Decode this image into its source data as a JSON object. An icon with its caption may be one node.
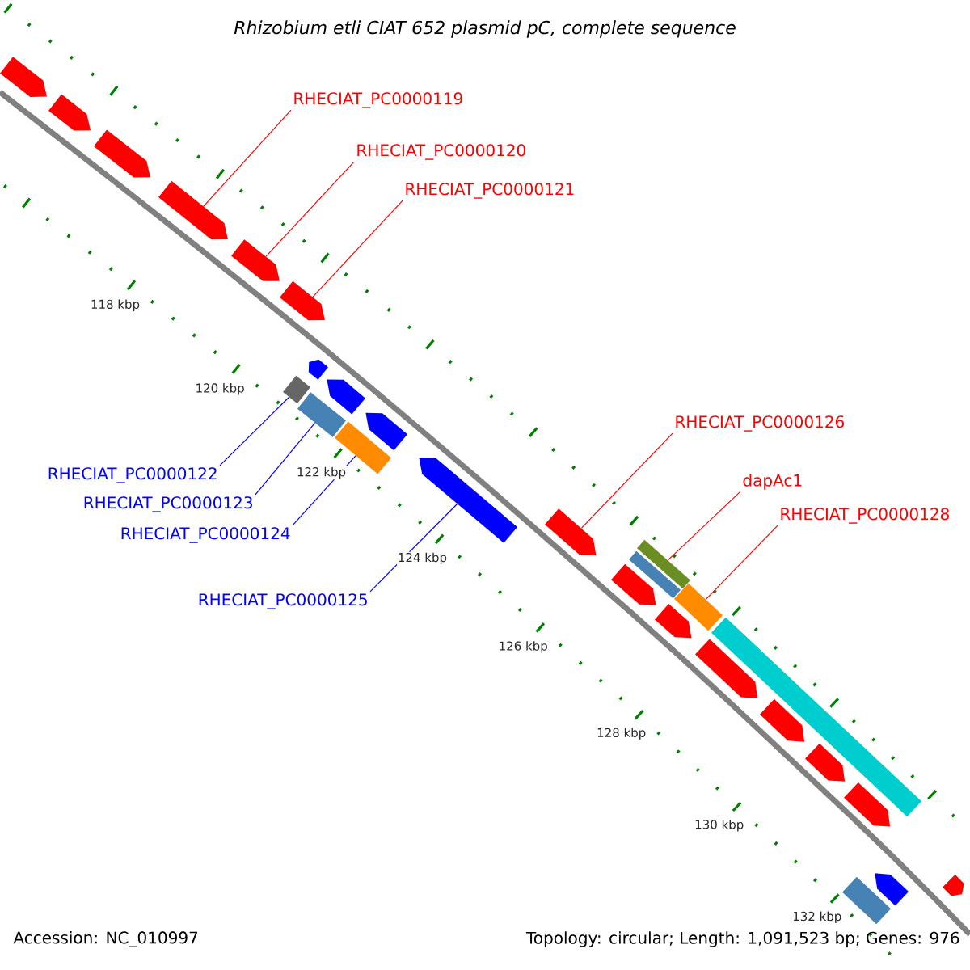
{
  "diagram": {
    "title": "Rhizobium etli CIAT 652 plasmid pC, complete sequence",
    "nodes": [
      {
        "text": [
          "RHECIAT_PC0000119"
        ]
      },
      {
        "text": [
          "RHECIAT_PC0000120"
        ]
      },
      {
        "text": [
          "RHECIAT_PC0000121"
        ]
      },
      {
        "text": [
          "RHECIAT_PC0000122"
        ]
      },
      {
        "text": [
          "RHECIAT_PC0000123"
        ]
      },
      {
        "text": [
          "RHECIAT_PC0000124"
        ]
      },
      {
        "text": [
          "RHECIAT_PC0000125"
        ]
      },
      {
        "text": [
          "RHECIAT_PC0000126"
        ]
      },
      {
        "text": [
          "dapAc1"
        ]
      },
      {
        "text": [
          "RHECIAT_PC0000128"
        ]
      },
      {
        "text": [],
        "shape": "pentagon"
      },
      {
        "text": [],
        "shape": "pentagon"
      },
      {
        "text": [],
        "shape": "pentagon"
      },
      {
        "text": [],
        "shape": "pentagon"
      },
      {
        "text": [],
        "shape": "pentagon"
      },
      {
        "text": [],
        "shape": "box"
      },
      {
        "text": [],
        "shape": "pentagon"
      },
      {
        "text": [],
        "shape": "pentagon"
      },
      {
        "text": [],
        "shape": "box"
      },
      {
        "text": [],
        "shape": "pentagon"
      },
      {
        "text": [],
        "shape": "box"
      },
      {
        "text": [],
        "shape": "pentagon"
      },
      {
        "text": [],
        "shape": "pentagon"
      },
      {
        "text": [],
        "shape": "pentagon"
      },
      {
        "text": [],
        "shape": "pentagon"
      },
      {
        "text": [],
        "shape": "box"
      },
      {
        "text": [],
        "shape": "box"
      },
      {
        "text": [],
        "shape": "pentagon"
      },
      {
        "text": [],
        "shape": "box"
      },
      {
        "text": [],
        "shape": "pentagon"
      },
      {
        "text": [],
        "shape": "pentagon"
      },
      {
        "text": [],
        "shape": "box"
      },
      {
        "text": [],
        "shape": "pentagon"
      },
      {
        "text": [],
        "shape": "box"
      },
      {
        "text": [],
        "shape": "pentagon"
      },
      {
        "text": [],
        "shape": "pentagon"
      },
      {
        "text": [],
        "shape": "pentagon"
      }
    ],
    "edges": [
      {
        "from": 0,
        "to": 13,
        "arrow": "none"
      },
      {
        "from": 1,
        "to": 14,
        "arrow": "none"
      },
      {
        "from": 2,
        "to": 16,
        "arrow": "none"
      },
      {
        "from": 3,
        "to": 15,
        "arrow": "none",
        "color": "#0000ff"
      },
      {
        "from": 4,
        "to": 18,
        "arrow": "none",
        "color": "#0000ff"
      },
      {
        "from": 5,
        "to": 20,
        "arrow": "none",
        "color": "#0000ff"
      },
      {
        "from": 6,
        "to": 22,
        "arrow": "none",
        "color": "#0000ff"
      },
      {
        "from": 7,
        "to": 23,
        "arrow": "none"
      },
      {
        "from": 8,
        "to": 26,
        "arrow": "none"
      },
      {
        "from": 9,
        "to": 28,
        "arrow": "none"
      }
    ],
    "labels": [
      "118 kbp",
      "120 kbp",
      "122 kbp",
      "124 kbp",
      "126 kbp",
      "128 kbp",
      "130 kbp",
      "132 kbp",
      "Accession: NC_010997",
      "Topology: circular; Length: 1,091,523 bp; Genes: 976"
    ]
  }
}
